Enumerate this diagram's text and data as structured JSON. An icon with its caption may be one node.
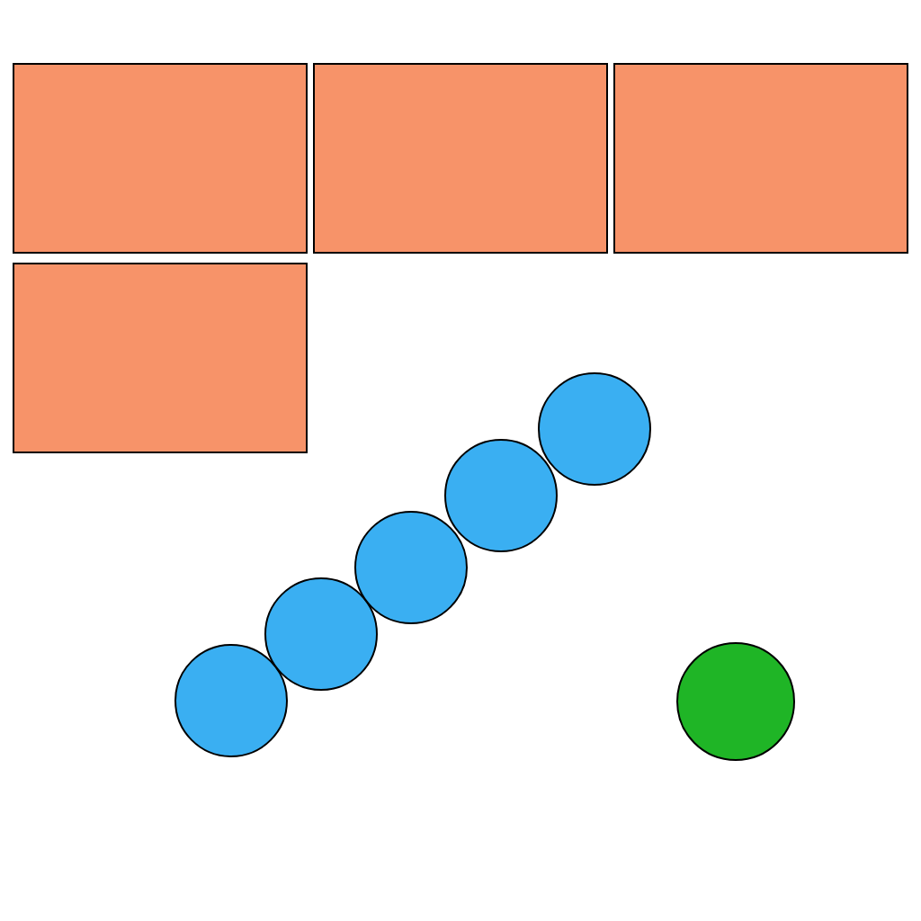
{
  "diagram": {
    "nodes": [
      {
        "text": [],
        "shape": "box"
      },
      {
        "text": [],
        "shape": "box"
      },
      {
        "text": [],
        "shape": "box"
      },
      {
        "text": [],
        "shape": "box"
      },
      {
        "text": [],
        "shape": "circle"
      },
      {
        "text": [],
        "shape": "circle"
      },
      {
        "text": [],
        "shape": "circle"
      },
      {
        "text": [],
        "shape": "circle"
      },
      {
        "text": [],
        "shape": "circle"
      },
      {
        "text": [],
        "shape": "circle"
      }
    ]
  }
}
